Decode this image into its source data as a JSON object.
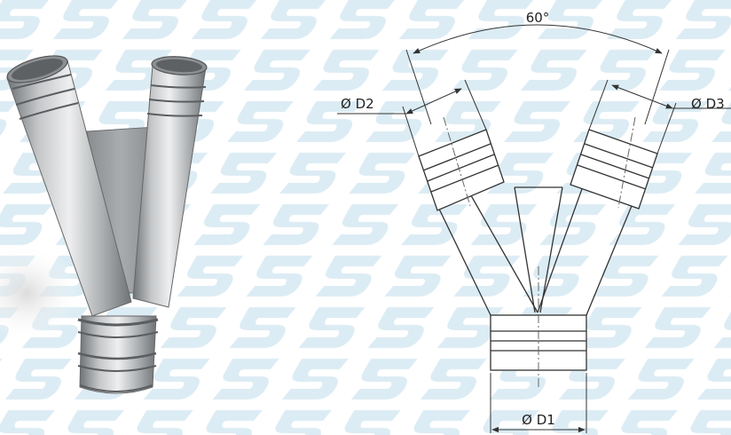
{
  "diagram": {
    "angle_label": "60°",
    "d1_label": "Ø D1",
    "d2_label": "Ø D2",
    "d3_label": "Ø D3"
  },
  "photo": {
    "subject": "galvanized-steel-y-branch-duct"
  },
  "watermark": {
    "shape": "stylized-s-logo",
    "color": "#dcecf4"
  },
  "colors": {
    "line": "#333333",
    "centerline": "#666666",
    "metal_light": "#e9eaeb",
    "metal_mid": "#b8babc",
    "metal_dark": "#7d8083"
  }
}
